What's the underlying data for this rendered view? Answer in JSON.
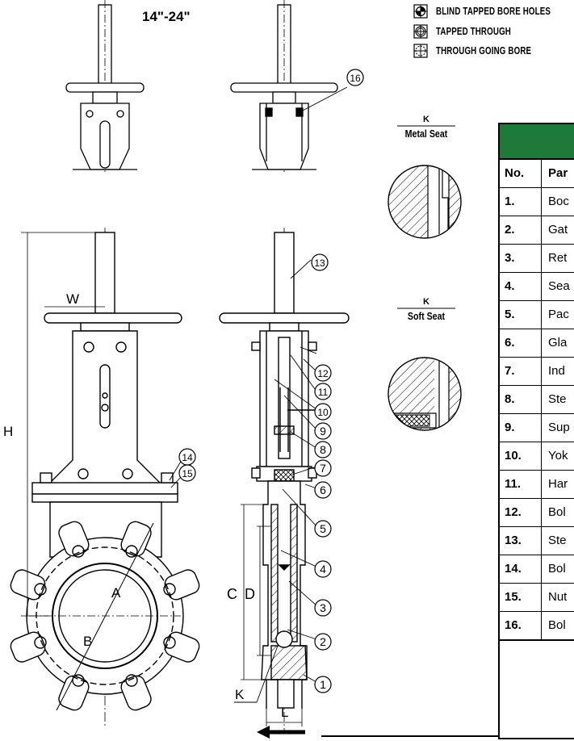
{
  "size_range": "14\"-24\"",
  "legend": [
    {
      "icon": "blind-tapped-bore-symbol",
      "label": "BLIND TAPPED BORE HOLES"
    },
    {
      "icon": "tapped-through-symbol",
      "label": "TAPPED THROUGH"
    },
    {
      "icon": "through-going-bore-symbol",
      "label": "THROUGH GOING BORE"
    }
  ],
  "detail_metal": {
    "key": "K",
    "label": "Metal Seat"
  },
  "detail_soft": {
    "key": "K",
    "label": "Soft Seat"
  },
  "dims": {
    "H": "H",
    "W": "W",
    "A": "A",
    "B": "B",
    "C": "C",
    "D": "D",
    "L": "L",
    "K": "K"
  },
  "balloons": [
    "1",
    "2",
    "3",
    "4",
    "5",
    "6",
    "7",
    "8",
    "9",
    "10",
    "11",
    "12",
    "13",
    "14",
    "15",
    "16"
  ],
  "parts_table": {
    "header_no": "No.",
    "header_part": "Par",
    "rows": [
      {
        "no": "1.",
        "part": "Boc"
      },
      {
        "no": "2.",
        "part": "Gat"
      },
      {
        "no": "3.",
        "part": "Ret"
      },
      {
        "no": "4.",
        "part": "Sea"
      },
      {
        "no": "5.",
        "part": "Pac"
      },
      {
        "no": "6.",
        "part": "Gla"
      },
      {
        "no": "7.",
        "part": "Ind"
      },
      {
        "no": "8.",
        "part": "Ste"
      },
      {
        "no": "9.",
        "part": "Sup"
      },
      {
        "no": "10.",
        "part": "Yok"
      },
      {
        "no": "11.",
        "part": "Har"
      },
      {
        "no": "12.",
        "part": "Bol"
      },
      {
        "no": "13.",
        "part": "Ste"
      },
      {
        "no": "14.",
        "part": "Bol"
      },
      {
        "no": "15.",
        "part": "Nut"
      },
      {
        "no": "16.",
        "part": "Bol"
      }
    ]
  }
}
